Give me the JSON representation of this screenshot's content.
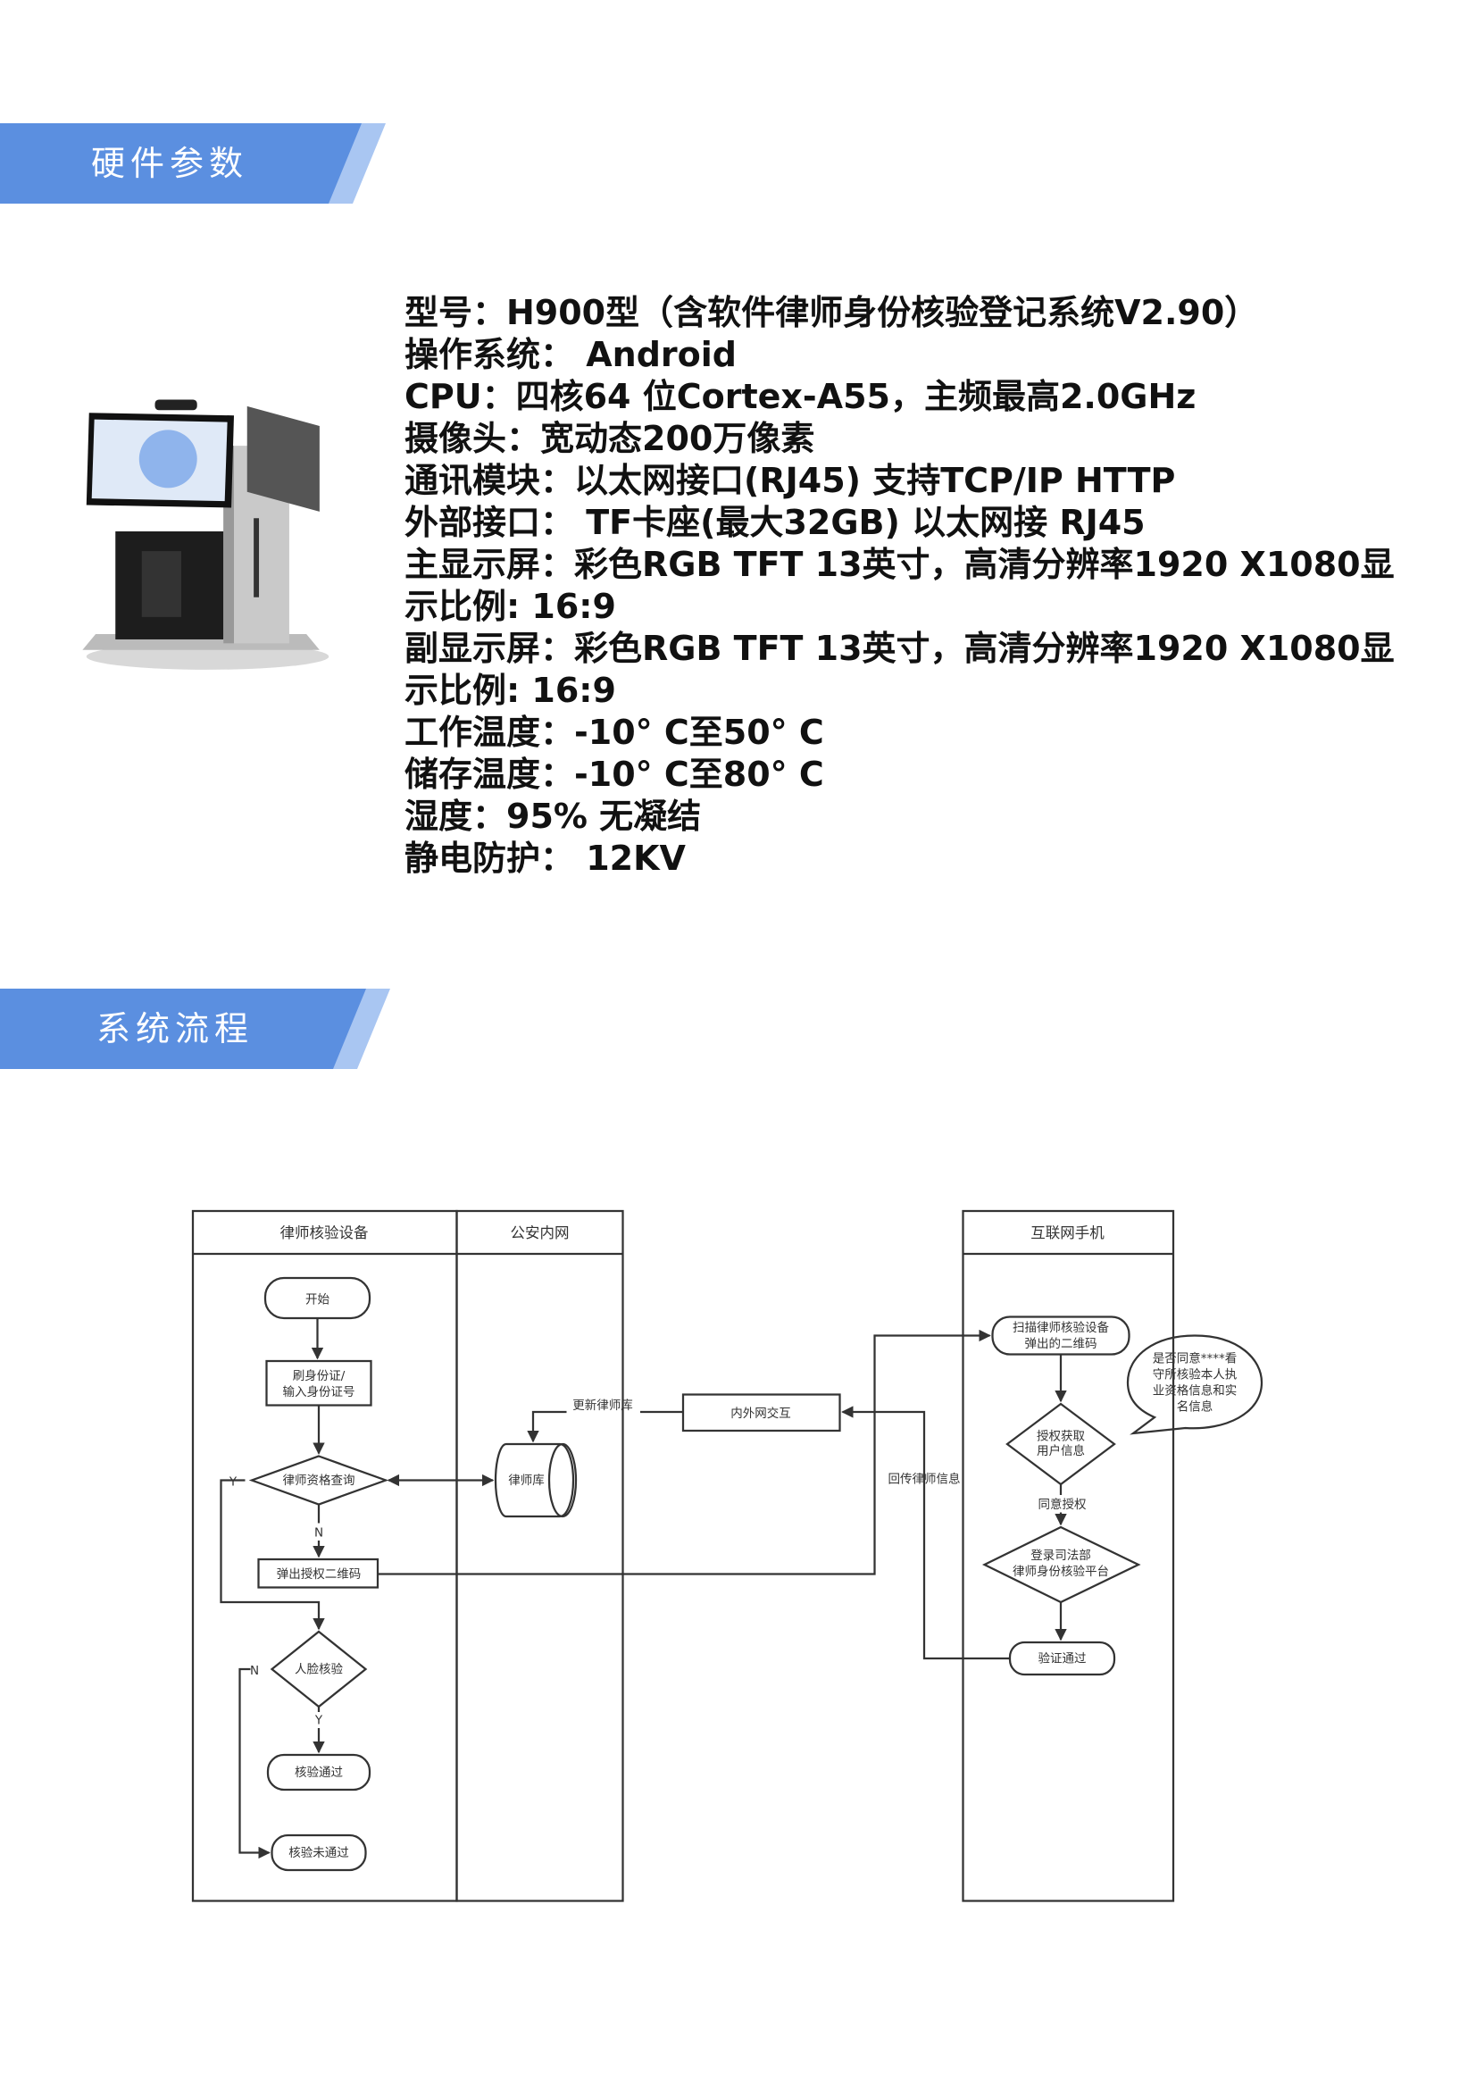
{
  "sections": {
    "hardware_title": "硬件参数",
    "process_title": "系统流程"
  },
  "colors": {
    "banner": "#5b8fe0",
    "banner_stripe": "#a9c6f2"
  },
  "specs": [
    "型号：H900型（含软件律师身份核验登记系统V2.90）",
    "操作系统： Android",
    "CPU：四核64 位Cortex-A55，主频最高2.0GHz",
    "摄像头：宽动态200万像素",
    "通讯模块：以太网接口(RJ45) 支持TCP/IP HTTP",
    "外部接口： TF卡座(最大32GB) 以太网接 RJ45",
    "主显示屏：彩色RGB TFT 13英寸，高清分辨率1920 X1080显",
    "示比例: 16:9",
    "副显示屏：彩色RGB TFT 13英寸，高清分辨率1920 X1080显",
    "示比例: 16:9",
    "工作温度：-10° C至50° C",
    "储存温度：-10° C至80° C",
    "湿度：95% 无凝结",
    "静电防护： 12KV"
  ],
  "flowchart": {
    "lanes": [
      "律师核验设备",
      "公安内网",
      "互联网手机"
    ],
    "nodes": {
      "start": "开始",
      "swipe_1": "刷身份证/",
      "swipe_2": "输入身份证号",
      "query": "律师资格查询",
      "qr": "弹出授权二维码",
      "face": "人脸核验",
      "pass": "核验通过",
      "fail": "核验未通过",
      "db": "律师库",
      "exchange": "内外网交互",
      "scan_1": "扫描律师核验设备",
      "scan_2": "弹出的二维码",
      "auth_1": "授权获取",
      "auth_2": "用户信息",
      "login_1": "登录司法部",
      "login_2": "律师身份核验平台",
      "verified": "验证通过",
      "bubble_1": "是否同意****看",
      "bubble_2": "守所核验本人执",
      "bubble_3": "业资格信息和实",
      "bubble_4": "名信息"
    },
    "labels": {
      "yes": "Y",
      "no": "N",
      "update_db": "更新律师库",
      "return_info": "回传律师信息",
      "agree": "同意授权"
    }
  }
}
